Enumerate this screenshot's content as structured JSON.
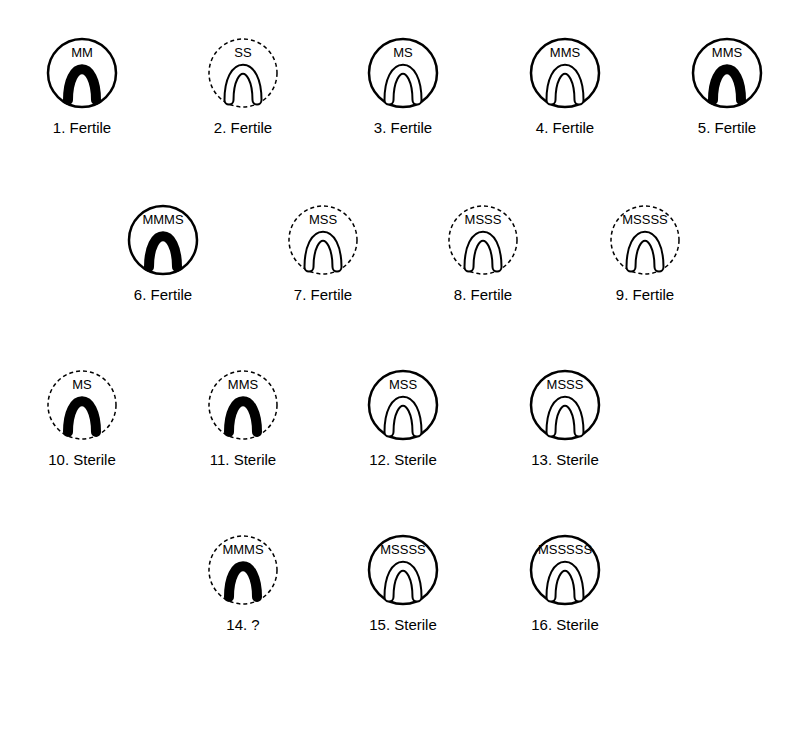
{
  "diagram": {
    "nodes": [
      {
        "text": [
          "MM",
          "1. Fertile"
        ]
      },
      {
        "text": [
          "SS",
          "2. Fertile"
        ]
      },
      {
        "text": [
          "MS",
          "3. Fertile"
        ]
      },
      {
        "text": [
          "MMS",
          "4. Fertile"
        ]
      },
      {
        "text": [
          "MMS",
          "5. Fertile"
        ]
      },
      {
        "text": [
          "MMMS",
          "6. Fertile"
        ]
      },
      {
        "text": [
          "MSS",
          "7. Fertile"
        ]
      },
      {
        "text": [
          "MSSS",
          "8. Fertile"
        ]
      },
      {
        "text": [
          "MSSSS",
          "9. Fertile"
        ]
      },
      {
        "text": [
          "MS",
          "10. Sterile"
        ]
      },
      {
        "text": [
          "MMS",
          "11. Sterile"
        ]
      },
      {
        "text": [
          "MSS",
          "12. Sterile"
        ]
      },
      {
        "text": [
          "MSSS",
          "13. Sterile"
        ]
      },
      {
        "text": [
          "MMMS",
          "14. ?"
        ]
      },
      {
        "text": [
          "MSSSS",
          "15. Sterile"
        ]
      },
      {
        "text": [
          "MSSSSS",
          "16. Sterile"
        ]
      }
    ]
  }
}
